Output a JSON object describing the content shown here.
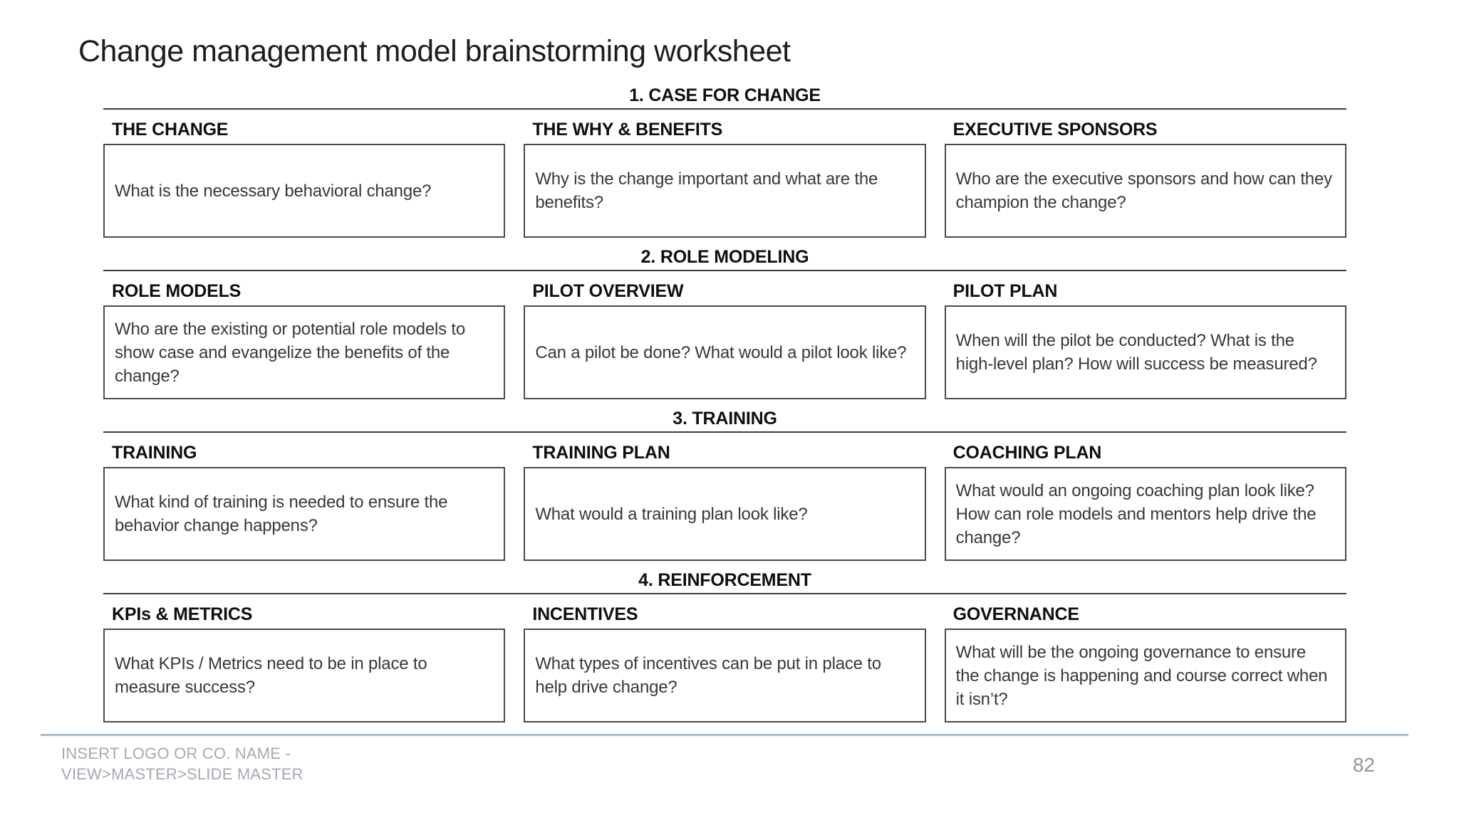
{
  "slide": {
    "title": "Change management model brainstorming worksheet",
    "page_number": "82",
    "footer_note_line1": "INSERT LOGO OR CO. NAME -",
    "footer_note_line2": "VIEW>MASTER>SLIDE MASTER"
  },
  "colors": {
    "title_text": "#1d1d1d",
    "heading_text": "#0f0f0f",
    "question_text": "#383838",
    "divider_line": "#3d3d3d",
    "box_border": "#4a4a4a",
    "footer_line": "#a9bac9",
    "footer_text": "#a4aab3",
    "page_number_text": "#8e96a0"
  },
  "worksheet": {
    "sections": [
      {
        "label": "1. CASE FOR CHANGE",
        "columns": [
          {
            "header": "THE CHANGE",
            "question": "What is the necessary behavioral change?"
          },
          {
            "header": "THE WHY & BENEFITS",
            "question": "Why is the change important and what are the benefits?"
          },
          {
            "header": "EXECUTIVE SPONSORS",
            "question": "Who are the executive sponsors and how can they champion the change?"
          }
        ]
      },
      {
        "label": "2. ROLE MODELING",
        "columns": [
          {
            "header": "ROLE MODELS",
            "question": "Who are the existing or potential role models to show case and evangelize the benefits of the change?"
          },
          {
            "header": "PILOT OVERVIEW",
            "question": "Can a pilot be done? What would a pilot look like?"
          },
          {
            "header": "PILOT PLAN",
            "question": "When will the pilot be conducted? What is the high-level plan? How will success be measured?"
          }
        ]
      },
      {
        "label": "3. TRAINING",
        "columns": [
          {
            "header": "TRAINING",
            "question": "What kind of training is needed to ensure the behavior change happens?"
          },
          {
            "header": "TRAINING PLAN",
            "question": "What would a training plan look like?"
          },
          {
            "header": "COACHING PLAN",
            "question": "What would an ongoing coaching plan look like? How can role models and mentors help drive the change?"
          }
        ]
      },
      {
        "label": "4. REINFORCEMENT",
        "columns": [
          {
            "header": "KPIs & METRICS",
            "question": "What KPIs / Metrics need to be in place to measure success?"
          },
          {
            "header": "INCENTIVES",
            "question": "What types of incentives can be put in place to help drive change?"
          },
          {
            "header": "GOVERNANCE",
            "question": "What will be the ongoing governance to ensure the change is happening and course correct when it isn’t?"
          }
        ]
      }
    ]
  }
}
